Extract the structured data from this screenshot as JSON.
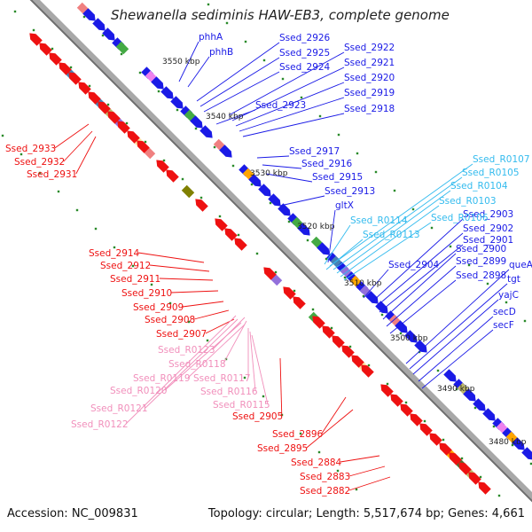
{
  "title": "Shewanella sediminis HAW-EB3, complete genome",
  "footer": {
    "accession": "Accession: NC_009831",
    "topology": "Topology: circular; Length: 5,517,674 bp; Genes: 4,661"
  },
  "colors": {
    "forward_gene": "#1a1ae6",
    "reverse_gene": "#ee1111",
    "rna_label": "#33bbee",
    "pseudo_label": "#f18fbb",
    "backbone": "#888888",
    "tick": "#2a8a2a",
    "cog_palette": [
      "#44aa44",
      "#40e0c0",
      "#f08080",
      "#808000",
      "#ffa500",
      "#4682b4",
      "#ee82ee",
      "#ffe0a0",
      "#556b2f",
      "#9370db",
      "#1e90ff",
      "#bdb76b"
    ]
  },
  "scale_labels": [
    "3550 kbp",
    "3540 kbp",
    "3530 kbp",
    "3520 kbp",
    "3510 kbp",
    "3500 kbp",
    "3490 kbp",
    "3480 kbp"
  ],
  "labels": {
    "blue": [
      "phhA",
      "phhB",
      "Ssed_2926",
      "Ssed_2925",
      "Ssed_2924",
      "Ssed_2922",
      "Ssed_2921",
      "Ssed_2920",
      "Ssed_2919",
      "Ssed_2923",
      "Ssed_2918",
      "Ssed_2917",
      "Ssed_2916",
      "Ssed_2915",
      "Ssed_2913",
      "gltX",
      "Ssed_2903",
      "Ssed_2902",
      "Ssed_2901",
      "Ssed_2904",
      "Ssed_2900",
      "Ssed_2899",
      "Ssed_2898",
      "queA",
      "tgt",
      "yajC",
      "secD",
      "secF"
    ],
    "cyan": [
      "Ssed_R0107",
      "Ssed_R0105",
      "Ssed_R0104",
      "Ssed_R0103",
      "Ssed_R0114",
      "Ssed_R0106",
      "Ssed_R0113"
    ],
    "red": [
      "Ssed_2933",
      "Ssed_2932",
      "Ssed_2931",
      "Ssed_2914",
      "Ssed_2912",
      "Ssed_2911",
      "Ssed_2910",
      "Ssed_2909",
      "Ssed_2908",
      "Ssed_2907",
      "Ssed_2905",
      "Ssed_2896",
      "Ssed_2895",
      "Ssed_2884",
      "Ssed_2883",
      "Ssed_2882"
    ],
    "pink": [
      "Ssed_R0123",
      "Ssed_R0118",
      "Ssed_R0119",
      "Ssed_R0117",
      "Ssed_R0120",
      "Ssed_R0116",
      "Ssed_R0115",
      "Ssed_R0121",
      "Ssed_R0122"
    ]
  }
}
